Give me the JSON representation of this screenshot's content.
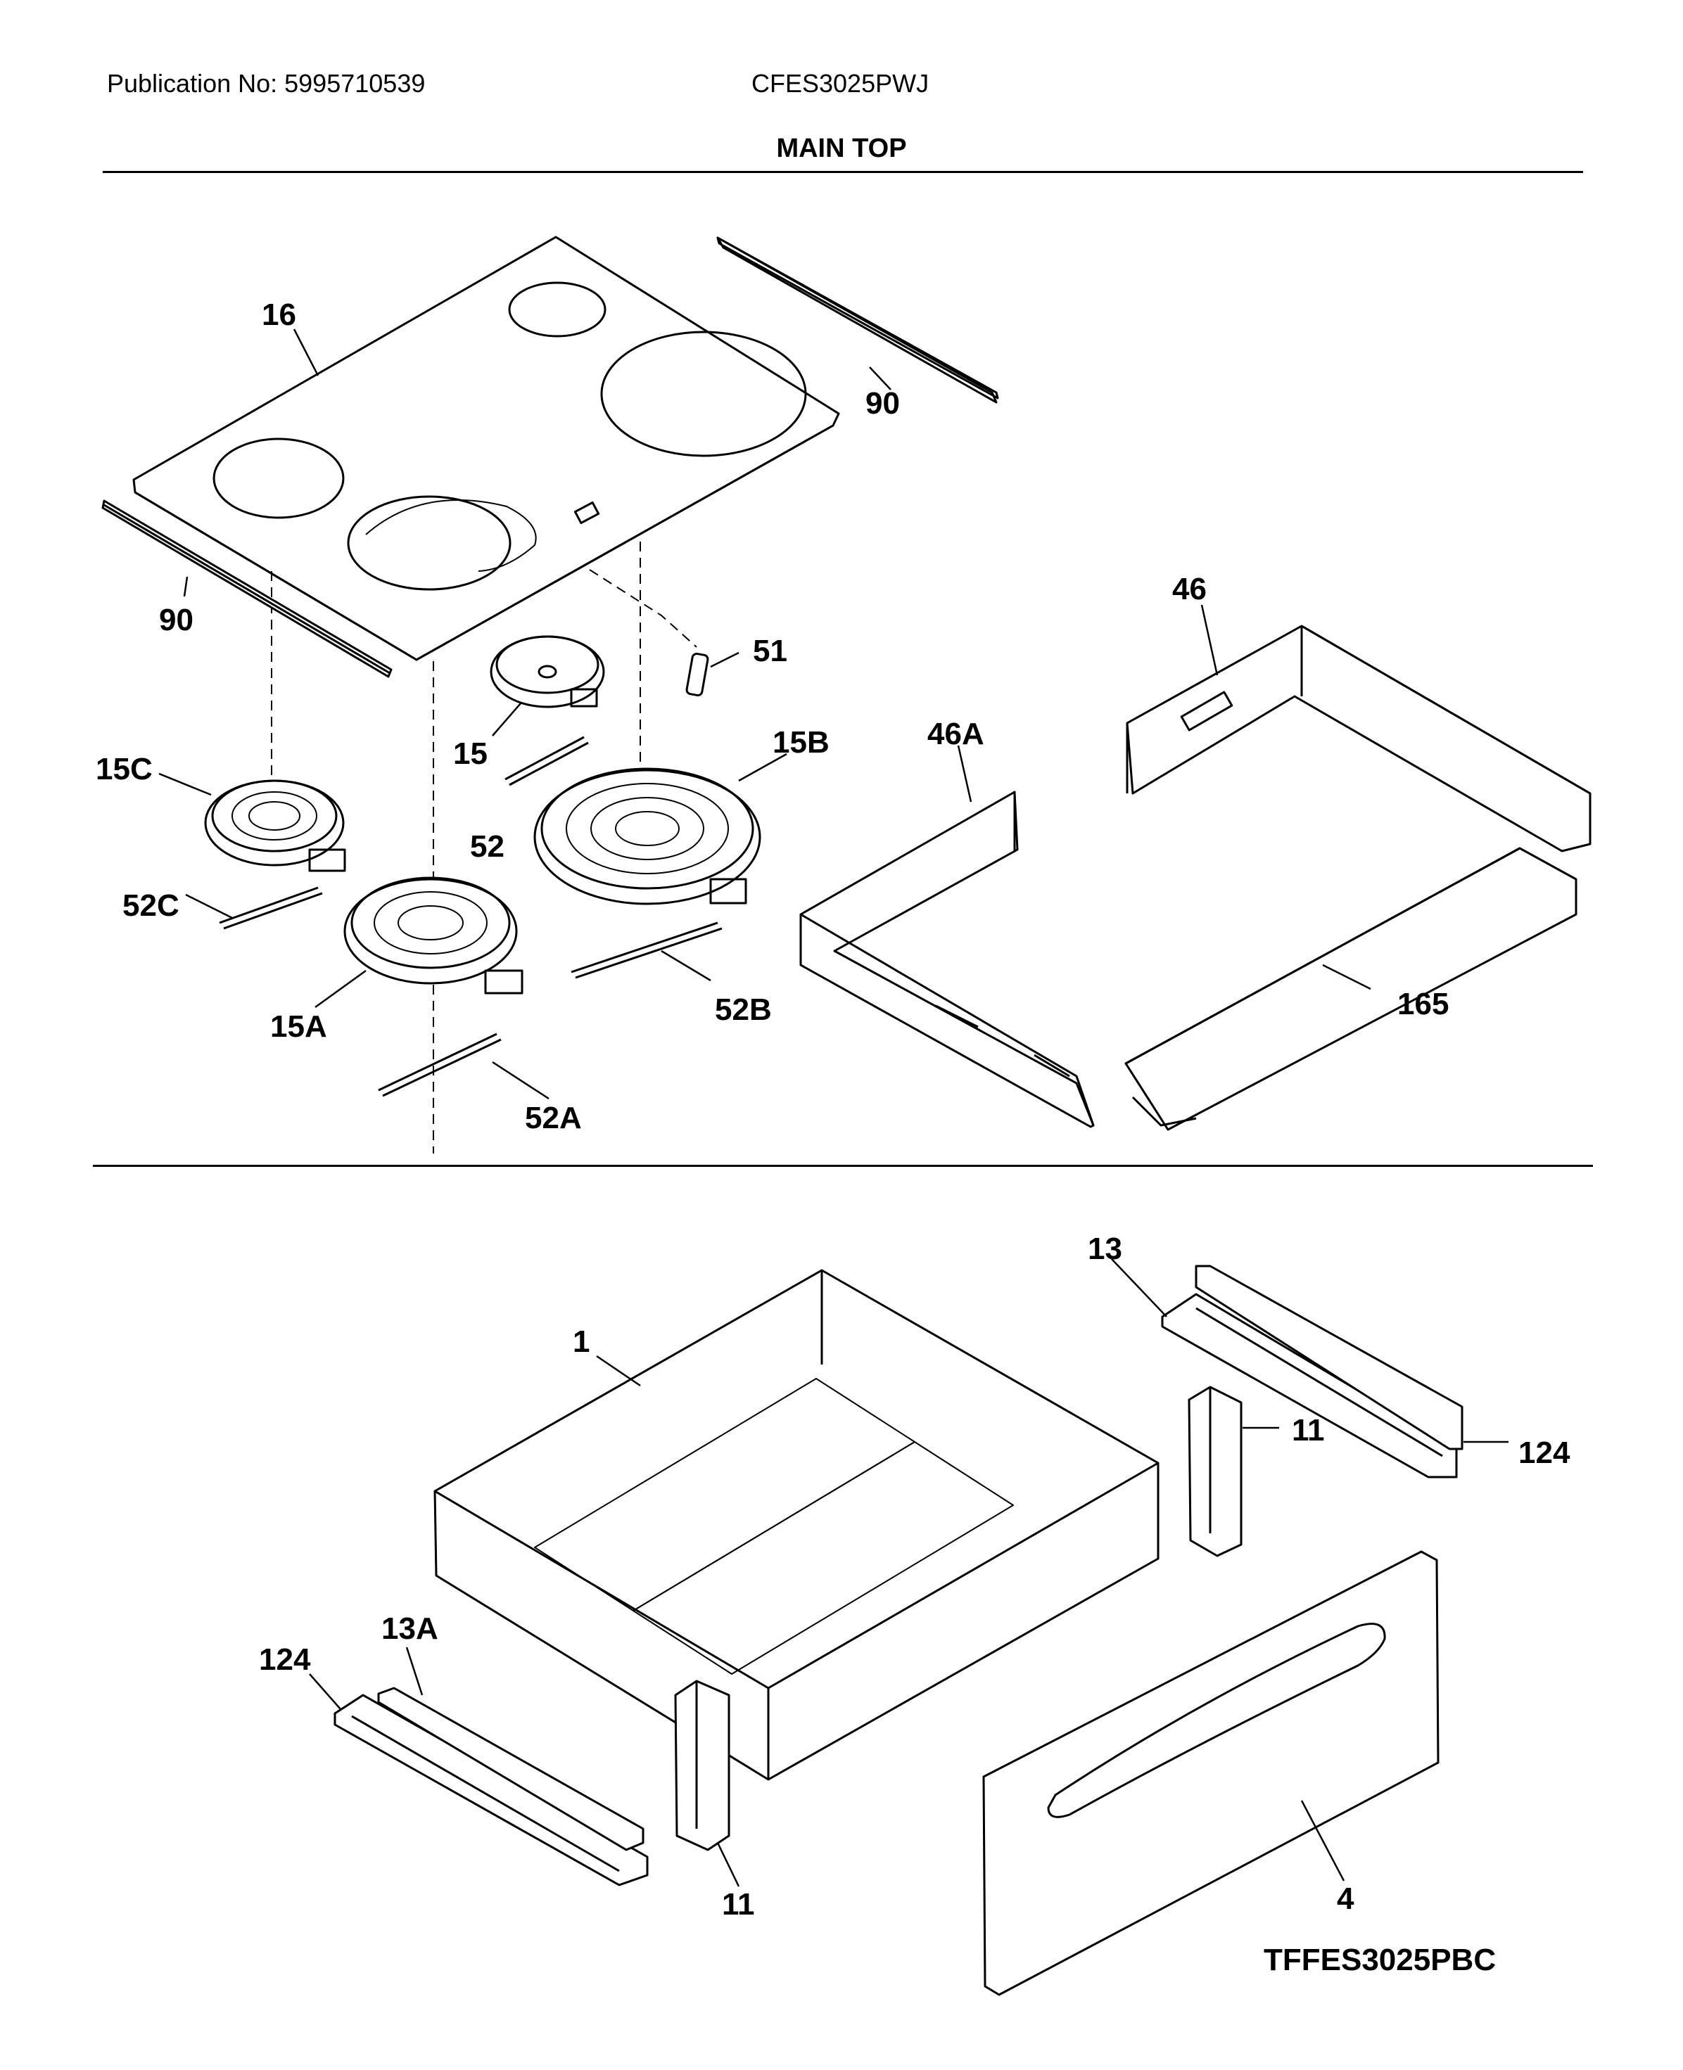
{
  "header": {
    "publication": "Publication No: 5995710539",
    "model": "CFES3025PWJ",
    "title": "MAIN TOP"
  },
  "callouts": {
    "c16": "16",
    "c90a": "90",
    "c90b": "90",
    "c51": "51",
    "c15": "15",
    "c15b": "15B",
    "c15c": "15C",
    "c52": "52",
    "c52c": "52C",
    "c15a": "15A",
    "c52b": "52B",
    "c52a": "52A",
    "c46": "46",
    "c46a": "46A",
    "c165": "165",
    "c13": "13",
    "c1": "1",
    "c11a": "11",
    "c124a": "124",
    "c13a": "13A",
    "c124b": "124",
    "c11b": "11",
    "c4": "4"
  },
  "footer": {
    "code": "TFFES3025PBC"
  }
}
